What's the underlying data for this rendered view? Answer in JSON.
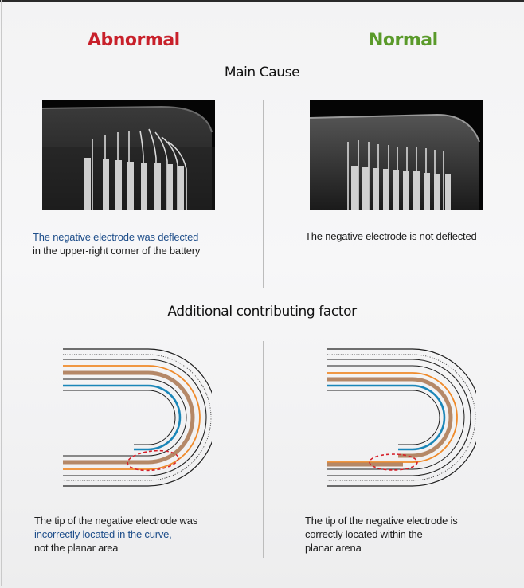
{
  "headers": {
    "abnormal": "Abnormal",
    "normal": "Normal"
  },
  "sections": {
    "main_cause": "Main Cause",
    "additional": "Additional contributing factor"
  },
  "captions": {
    "abnormal_main_line1": "The negative electrode was deflected",
    "abnormal_main_line2": "in the upper-right corner of the battery",
    "normal_main": "The negative electrode is not deflected",
    "abnormal_add_line1": "The tip of the negative electrode was",
    "abnormal_add_line2": "incorrectly located in the curve,",
    "abnormal_add_line3": "not the planar area",
    "normal_add_line1": "The tip of the negative electrode is",
    "normal_add_line2": "correctly located within the",
    "normal_add_line3": "planar arena"
  },
  "colors": {
    "abnormal": "#c8202a",
    "normal": "#5a9a2a",
    "highlight_text": "#1d4d8a",
    "electrode_blue": "#1a86b8",
    "electrode_orange": "#ef8a2a",
    "electrode_brown": "#b58867",
    "marker_red": "#d6202a"
  }
}
